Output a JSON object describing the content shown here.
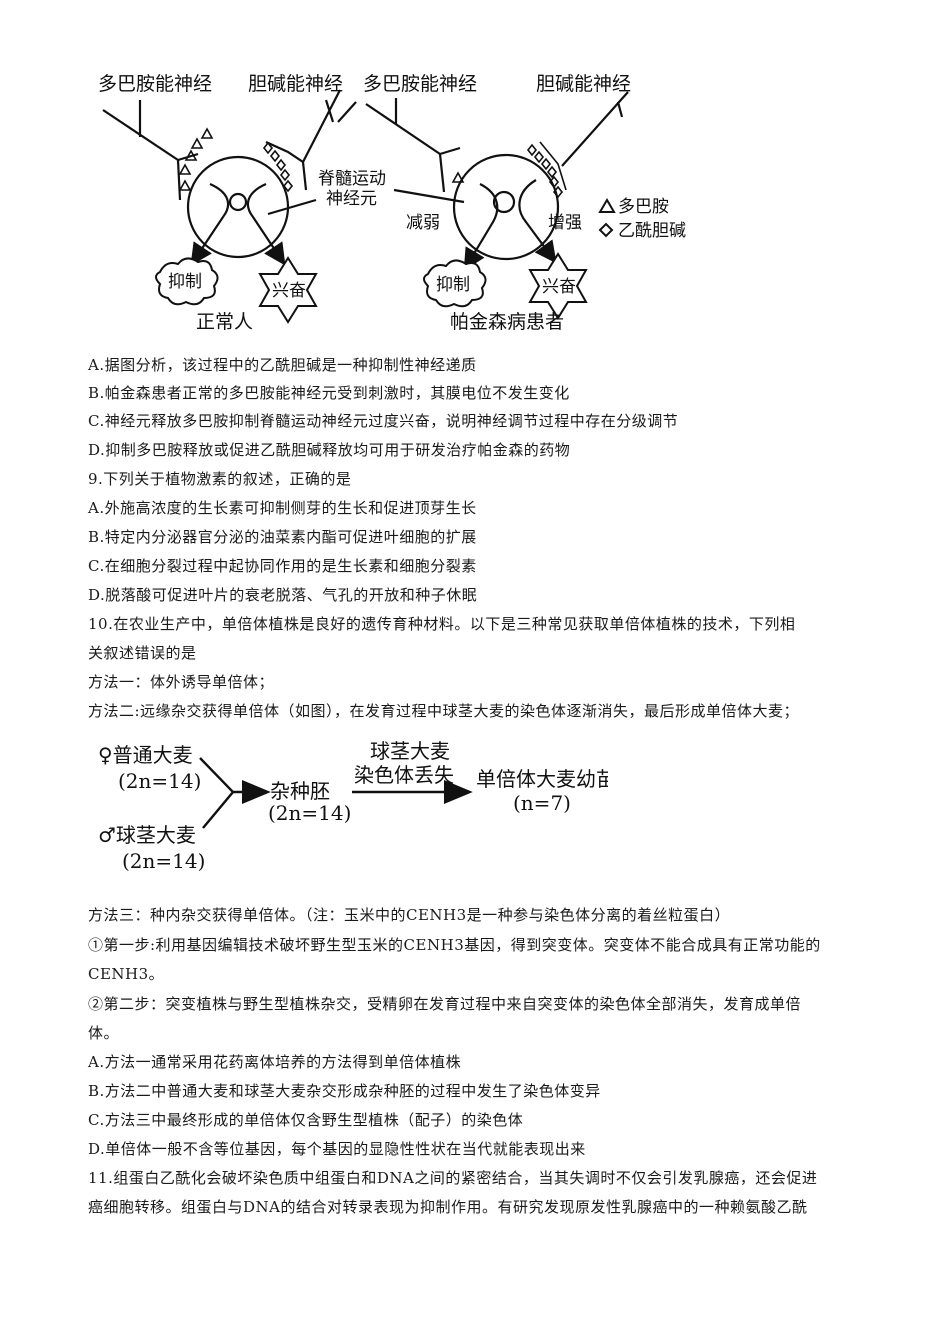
{
  "figure1": {
    "normal": {
      "dopamine_nerve": "多巴胺能神经",
      "cholinergic_nerve": "胆碱能神经",
      "motor_neuron_line1": "脊髓运动",
      "motor_neuron_line2": "神经元",
      "inhibit": "抑制",
      "excite": "兴奋",
      "caption": "正常人"
    },
    "patient": {
      "dopamine_nerve": "多巴胺能神经",
      "cholinergic_nerve": "胆碱能神经",
      "weaken": "减弱",
      "strengthen": "增强",
      "inhibit": "抑制",
      "excite": "兴奋",
      "caption": "帕金森病患者"
    },
    "legend": [
      {
        "symbol": "triangle",
        "label": "多巴胺"
      },
      {
        "symbol": "diamond",
        "label": "乙酰胆碱"
      }
    ]
  },
  "q8_options": [
    "A.据图分析，该过程中的乙酰胆碱是一种抑制性神经递质",
    "B.帕金森患者正常的多巴胺能神经元受到刺激时，其膜电位不发生变化",
    "C.神经元释放多巴胺抑制脊髓运动神经元过度兴奋，说明神经调节过程中存在分级调节",
    "D.抑制多巴胺释放或促进乙酰胆碱释放均可用于研发治疗帕金森的药物"
  ],
  "q9": {
    "stem": "9.下列关于植物激素的叙述，正确的是",
    "options": [
      "A.外施高浓度的生长素可抑制侧芽的生长和促进顶芽生长",
      "B.特定内分泌器官分泌的油菜素内酯可促进叶细胞的扩展",
      "C.在细胞分裂过程中起协同作用的是生长素和细胞分裂素",
      "D.脱落酸可促进叶片的衰老脱落、气孔的开放和种子休眠"
    ]
  },
  "q10": {
    "stem_line1": "10.在农业生产中，单倍体植株是良好的遗传育种材料。以下是三种常见获取单倍体植株的技术，下列相",
    "stem_line2": "关叙述错误的是",
    "method1": "方法一：体外诱导单倍体；",
    "method2": "方法二:远缘杂交获得单倍体（如图），在发育过程中球茎大麦的染色体逐渐消失，最后形成单倍体大麦；",
    "figure2": {
      "female_parent": "♀普通大麦",
      "female_ploidy": "(2n=14)",
      "male_parent": "♂球茎大麦",
      "male_ploidy": "(2n=14)",
      "hybrid": "杂种胚",
      "hybrid_ploidy": "(2n=14)",
      "arrow_label_line1": "球茎大麦",
      "arrow_label_line2": "染色体丢失",
      "result": "单倍体大麦幼苗",
      "result_ploidy": "(n=7)"
    },
    "method3": "方法三：种内杂交获得单倍体。（注：玉米中的CENH3是一种参与染色体分离的着丝粒蛋白）",
    "step1_line1": "①第一步:利用基因编辑技术破坏野生型玉米的CENH3基因，得到突变体。突变体不能合成具有正常功能的",
    "step1_line2": "CENH3。",
    "step2_line1": "②第二步：突变植株与野生型植株杂交，受精卵在发育过程中来自突变体的染色体全部消失，发育成单倍",
    "step2_line2": "体。",
    "options": [
      "A.方法一通常采用花药离体培养的方法得到单倍体植株",
      "B.方法二中普通大麦和球茎大麦杂交形成杂种胚的过程中发生了染色体变异",
      "C.方法三中最终形成的单倍体仅含野生型植株（配子）的染色体",
      "D.单倍体一般不含等位基因，每个基因的显隐性性状在当代就能表现出来"
    ]
  },
  "q11": {
    "line1": "11.组蛋白乙酰化会破坏染色质中组蛋白和DNA之间的紧密结合，当其失调时不仅会引发乳腺癌，还会促进",
    "line2": "癌细胞转移。组蛋白与DNA的结合对转录表现为抑制作用。有研究发现原发性乳腺癌中的一种赖氨酸乙酰"
  }
}
